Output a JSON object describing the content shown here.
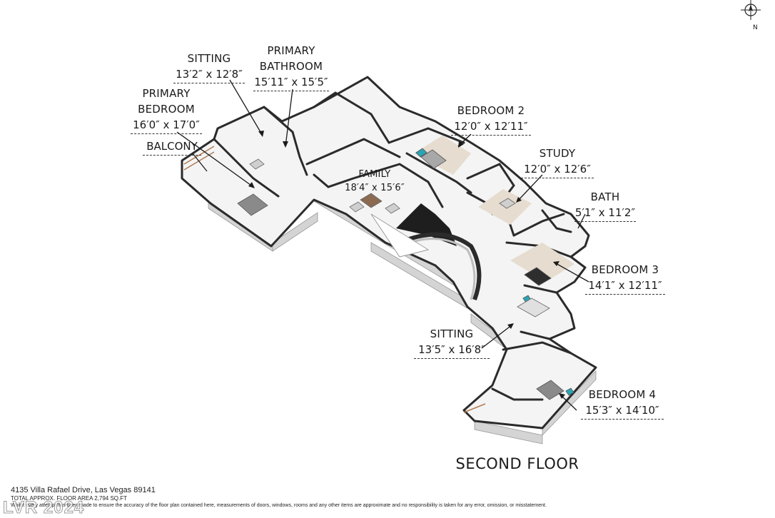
{
  "floor_title": "SECOND FLOOR",
  "rooms": {
    "sitting_upper": {
      "name": "SITTING",
      "dim": "13′2″ x 12′8″"
    },
    "primary_bathroom": {
      "name_line1": "PRIMARY",
      "name_line2": "BATHROOM",
      "dim": "15′11″ x 15′5″"
    },
    "primary_bedroom": {
      "name_line1": "PRIMARY",
      "name_line2": "BEDROOM",
      "dim": "16′0″ x 17′0″"
    },
    "balcony": {
      "name": "BALCONY"
    },
    "bedroom2": {
      "name": "BEDROOM 2",
      "dim": "12′0″ x 12′11″"
    },
    "study": {
      "name": "STUDY",
      "dim": "12′0″ x 12′6″"
    },
    "family": {
      "name": "FAMILY",
      "dim": "18′4″ x 15′6″"
    },
    "bath": {
      "name": "BATH",
      "dim": "5′1″ x 11′2″"
    },
    "bedroom3": {
      "name": "BEDROOM 3",
      "dim": "14′1″ x 12′11″"
    },
    "sitting_lower": {
      "name": "SITTING",
      "dim": "13′5″ x 16′8″"
    },
    "bedroom4": {
      "name": "BEDROOM 4",
      "dim": "15′3″ x 14′10″"
    }
  },
  "footer": {
    "address": "4135 Villa Rafael Drive, Las Vegas 89141",
    "area": "TOTAL APPROX. FLOOR AREA 2,794 SQ.FT",
    "disclaimer": "Whilst every attempt has been made to ensure the accuracy of the floor plan contained here, measurements of doors, windows, rooms and any other items are approximate and no responsibility is taken for any error, omission, or misstatement."
  },
  "watermark": "LVR 2024",
  "compass_label": "N",
  "colors": {
    "wall": "#2b2b2b",
    "floor": "#f2f2f2",
    "wall_face": "#cfcfcf",
    "accent": "#2aa5b5",
    "bed": "#7a7a7a"
  }
}
